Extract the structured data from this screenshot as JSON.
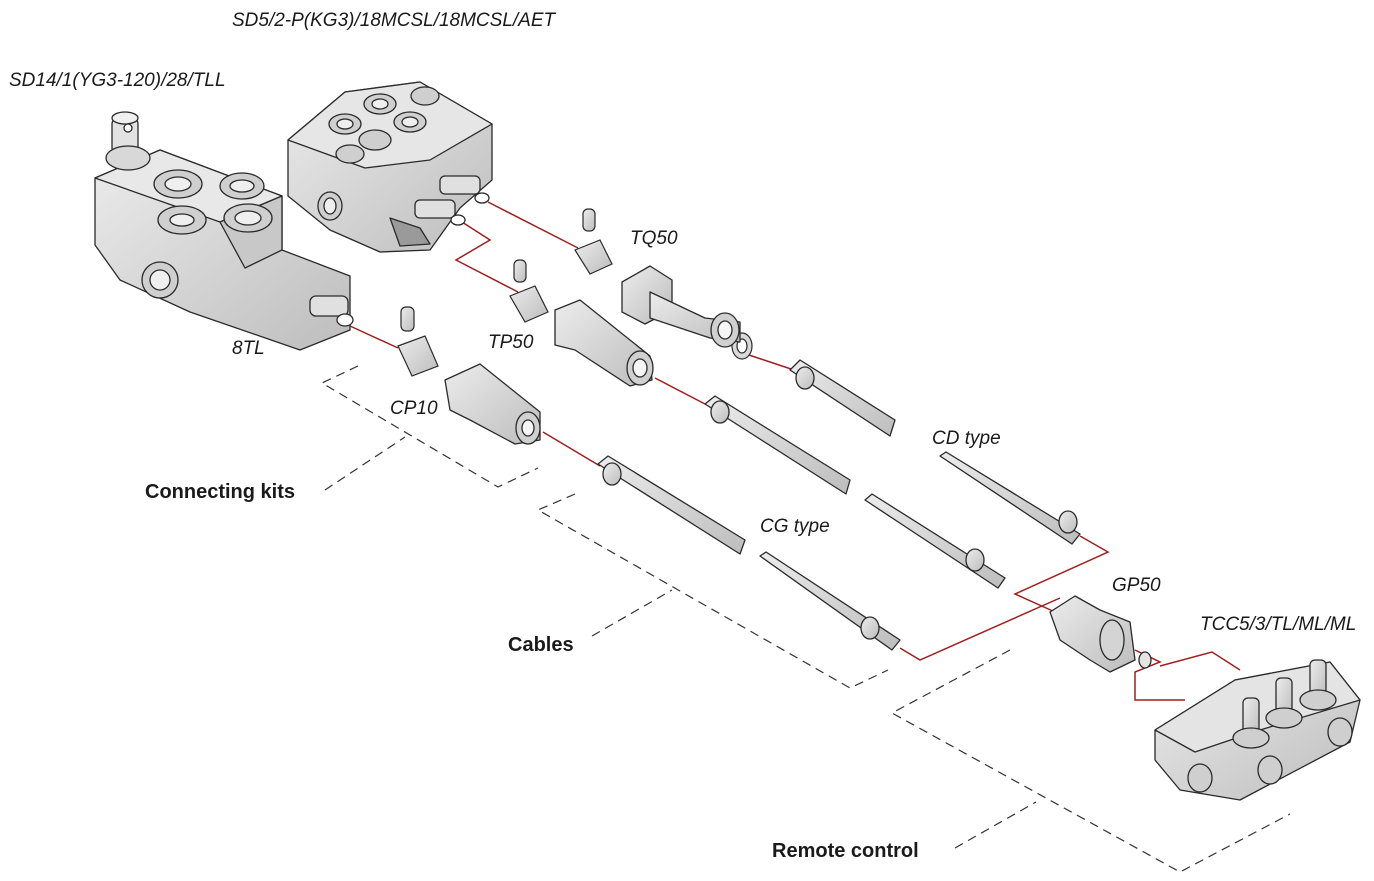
{
  "labels": {
    "sd5": "SD5/2-P(KG3)/18MCSL/18MCSL/AET",
    "sd14": "SD14/1(YG3-120)/28/TLL",
    "tq50": "TQ50",
    "tp50": "TP50",
    "t8tl": "8TL",
    "cp10": "CP10",
    "cd_type": "CD type",
    "cg_type": "CG type",
    "gp50": "GP50",
    "tcc5": "TCC5/3/TL/ML/ML"
  },
  "groups": {
    "connecting_kits": "Connecting kits",
    "cables": "Cables",
    "remote_control": "Remote control"
  },
  "colors": {
    "connector_line": "#a01e1e",
    "part_fill": "#d6d6d6",
    "part_stroke": "#2a2a2a",
    "dashed": "#333333"
  }
}
